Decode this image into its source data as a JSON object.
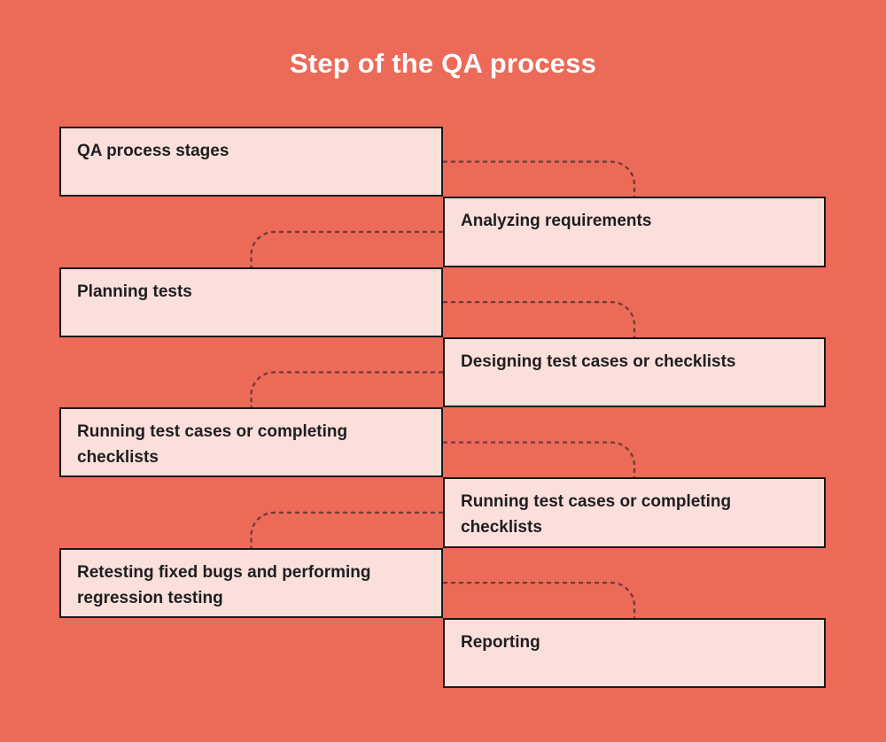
{
  "title": "Step of the QA process",
  "colors": {
    "background": "#EC6A58",
    "box_fill": "#FBDFDA",
    "box_border": "#1A1A1A",
    "box_text": "#1E1E21",
    "title_text": "#FFFFFF",
    "connector": "#6B3B35"
  },
  "boxes": [
    {
      "label": "QA process stages",
      "side": "left"
    },
    {
      "label": "Analyzing requirements",
      "side": "right"
    },
    {
      "label": "Planning tests",
      "side": "left"
    },
    {
      "label": "Designing test cases or checklists",
      "side": "right"
    },
    {
      "label": "Running test cases or completing checklists",
      "side": "left"
    },
    {
      "label": "Running test cases or completing checklists",
      "side": "right"
    },
    {
      "label": "Retesting fixed bugs and performing regression testing",
      "side": "left"
    },
    {
      "label": "Reporting",
      "side": "right"
    }
  ]
}
